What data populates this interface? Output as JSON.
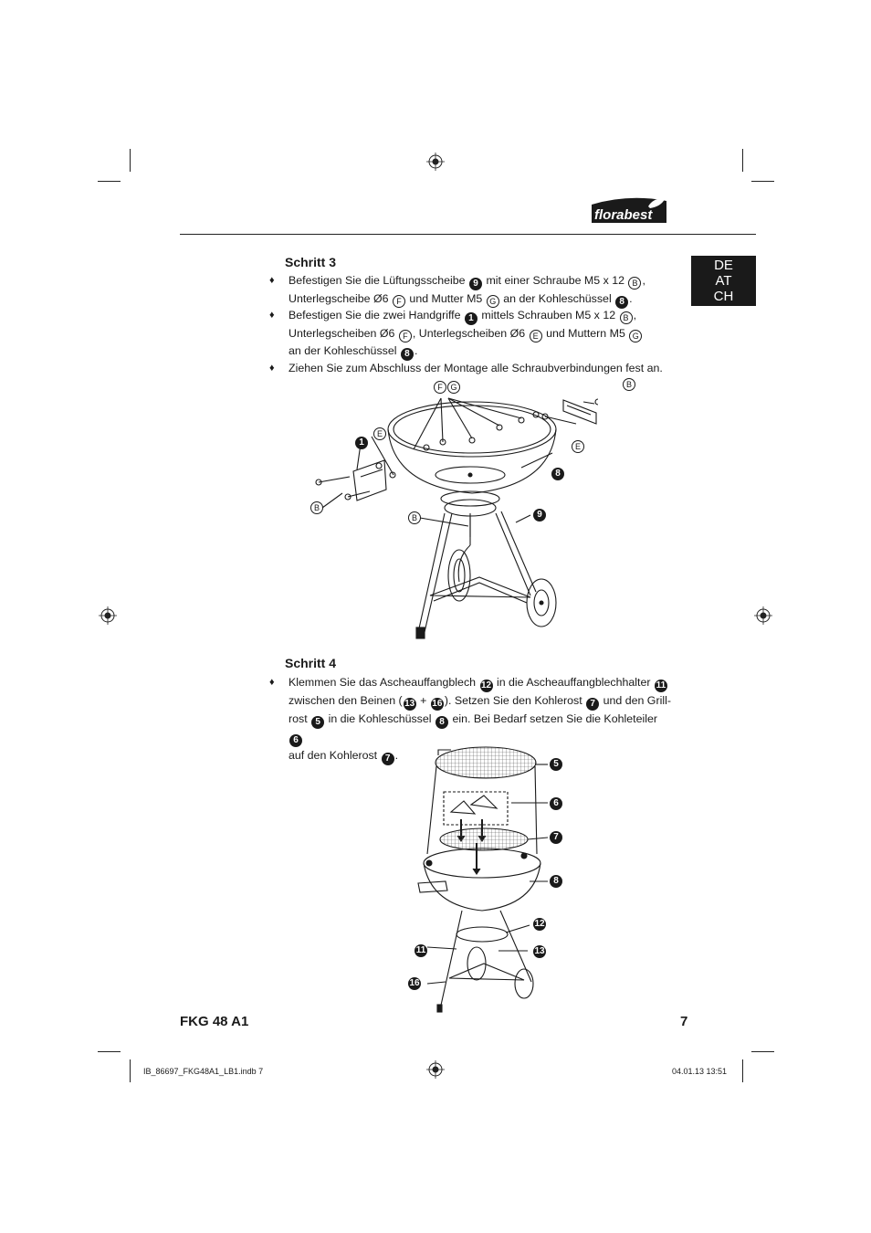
{
  "brand": {
    "logo_text": "florabest"
  },
  "language_tab": [
    "DE",
    "AT",
    "CH"
  ],
  "step3": {
    "heading": "Schritt 3",
    "bullet1": {
      "t1": "Befestigen Sie die Lüftungsscheibe",
      "n1": "9",
      "t2": "mit einer Schraube M5 x 12",
      "l1": "B",
      "t3": ",",
      "t4": "Unterlegscheibe Ø6",
      "l2": "F",
      "t5": "und Mutter M5",
      "l3": "G",
      "t6": "an der Kohleschüssel",
      "n2": "8",
      "t7": "."
    },
    "bullet2": {
      "t1": "Befestigen Sie die zwei Handgriffe",
      "n1": "1",
      "t2": "mittels Schrauben M5 x 12",
      "l1": "B",
      "t3": ",",
      "t4": "Unterlegscheiben Ø6",
      "l2": "F",
      "t5": ", Unterlegscheiben Ø6",
      "l3": "E",
      "t6": "und Muttern M5",
      "l4": "G",
      "t7": "an der Kohleschüssel",
      "n2": "8",
      "t8": "."
    },
    "bullet3": "Ziehen Sie zum Abschluss der Montage alle Schraubverbindungen fest an.",
    "figure_labels": {
      "fg_f": "F",
      "fg_g": "G",
      "b_top_right": "B",
      "e_right": "E",
      "n8": "8",
      "n1": "1",
      "e_left": "E",
      "b_left": "B",
      "b_mid": "B",
      "n9": "9"
    }
  },
  "step4": {
    "heading": "Schritt 4",
    "bullet1": {
      "t1": "Klemmen Sie das Ascheauffangblech",
      "n1": "12",
      "t2": "in die Ascheauffangblechhalter",
      "n2": "11",
      "t3": "zwischen den Beinen (",
      "n3": "13",
      "t4": "+",
      "n4": "16",
      "t5": "). Setzen Sie den Kohlerost",
      "n5": "7",
      "t6": "und den Grill-",
      "t7": "rost",
      "n6": "5",
      "t8": "in die Kohleschüssel",
      "n7": "8",
      "t9": "ein. Bei Bedarf setzen Sie die Kohleteiler",
      "n8": "6",
      "t10": "auf den Kohlerost",
      "n9": "7",
      "t11": "."
    },
    "figure_labels": {
      "n5": "5",
      "n6": "6",
      "n7": "7",
      "n8": "8",
      "n12": "12",
      "n11": "11",
      "n13": "13",
      "n16": "16"
    }
  },
  "footer": {
    "model": "FKG 48 A1",
    "page": "7",
    "slug_file": "IB_86697_FKG48A1_LB1.indb   7",
    "slug_date": "04.01.13   13:51"
  },
  "colors": {
    "ink": "#1a1a1a",
    "paper": "#ffffff"
  }
}
